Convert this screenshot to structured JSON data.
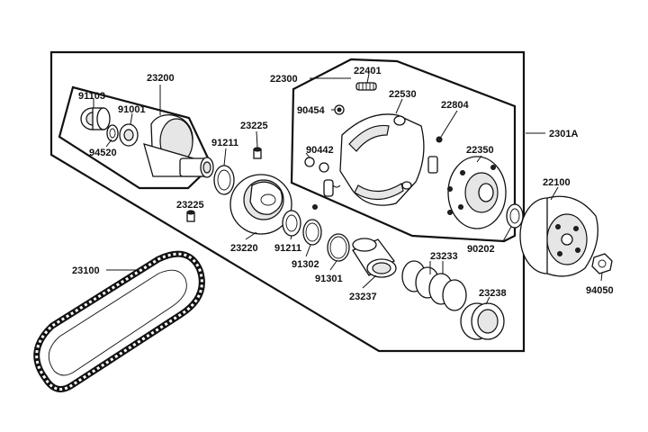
{
  "title": "",
  "parts": {
    "p23200": "23200",
    "p22300": "22300",
    "p22401": "22401",
    "p22530": "22530",
    "p91103": "91103",
    "p91001": "91001",
    "p94520": "94520",
    "p23225a": "23225",
    "p91211a": "91211",
    "p90454": "90454",
    "p22804": "22804",
    "p2301A": "2301A",
    "p90442": "90442",
    "p22350": "22350",
    "p22100": "22100",
    "p23225b": "23225",
    "p23220": "23220",
    "p91211b": "91211",
    "p91302": "91302",
    "p90202": "90202",
    "p23100": "23100",
    "p91301": "91301",
    "p23237": "23237",
    "p23233": "23233",
    "p23238": "23238",
    "p94050": "94050"
  },
  "colors": {
    "line": "#111111",
    "paper": "#ffffff",
    "shade": "#e6e6e6"
  }
}
